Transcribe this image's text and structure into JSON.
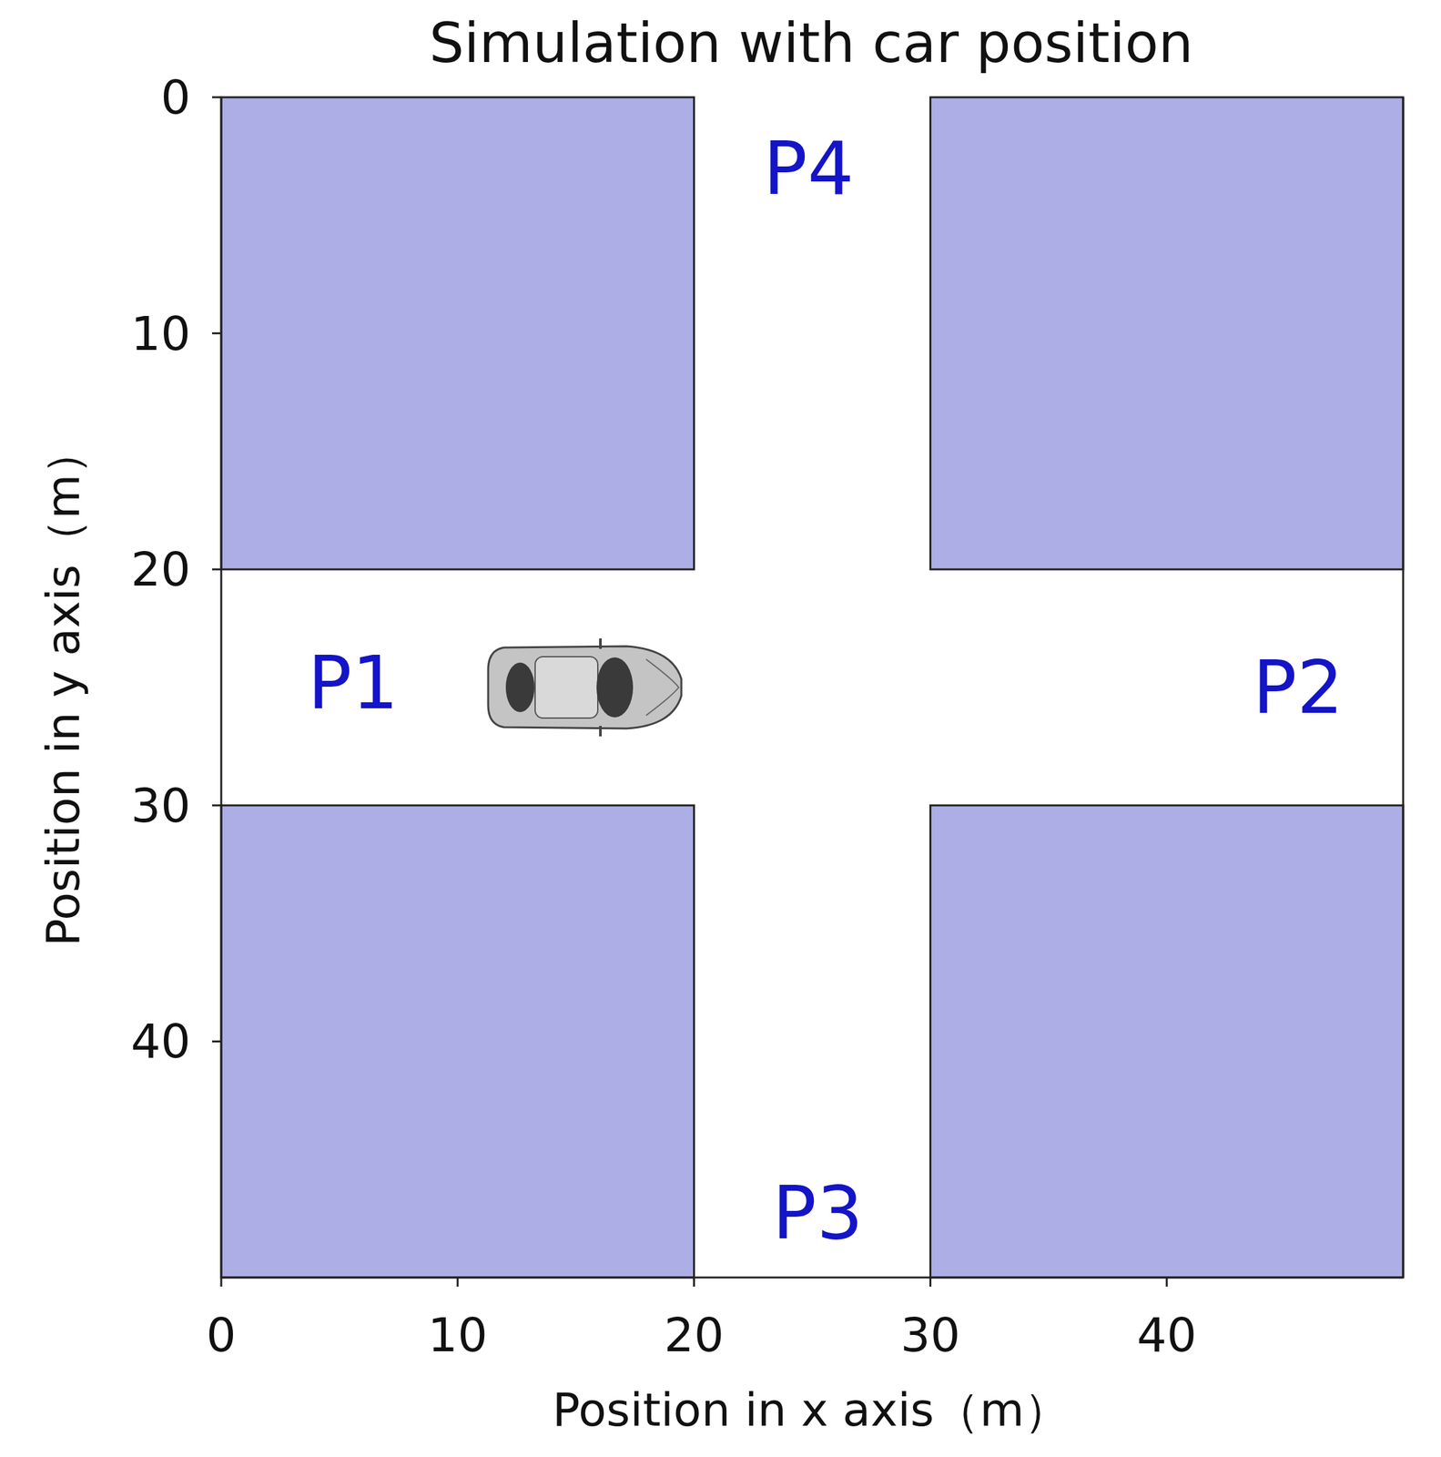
{
  "diagram": {
    "title": "Simulation with car position",
    "labels": [
      "P4",
      "P1",
      "P2",
      "P3",
      "0",
      "10",
      "20",
      "30",
      "40",
      "0",
      "10",
      "20",
      "30",
      "40",
      "Position in x axis（m）",
      "Position in y axis（m）"
    ]
  }
}
